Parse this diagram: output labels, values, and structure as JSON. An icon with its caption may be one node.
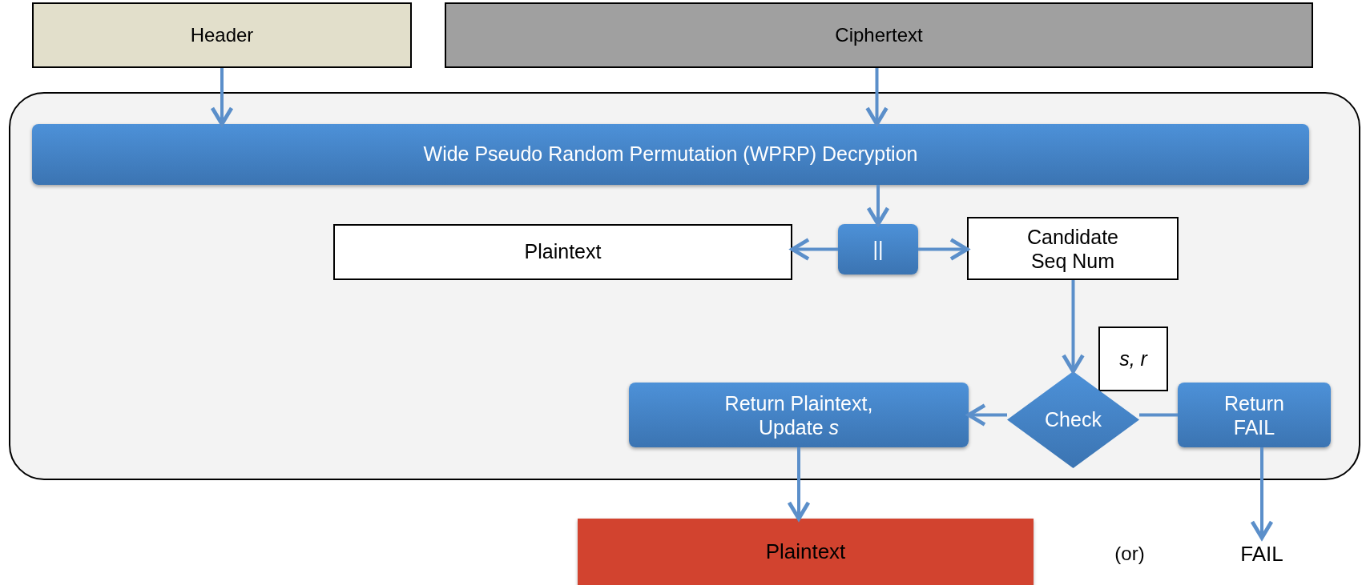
{
  "diagram": {
    "nodes": [
      {
        "text": [
          "Header"
        ]
      },
      {
        "text": [
          "Ciphertext"
        ]
      },
      {
        "text": [],
        "shape": "box"
      },
      {
        "text": [
          "Wide Pseudo Random Permutation (WPRP) Decryption"
        ],
        "in": 2
      },
      {
        "text": [
          "Plaintext"
        ],
        "in": 2
      },
      {
        "text": [
          "||"
        ],
        "in": 2
      },
      {
        "text": [
          "Candidate Seq Num"
        ],
        "in": 2
      },
      {
        "text": [
          "s, r"
        ],
        "in": 2
      },
      {
        "text": [
          "Check"
        ],
        "in": 2
      },
      {
        "text": [
          "Return Plaintext, Update *s*"
        ],
        "in": 2
      },
      {
        "text": [
          "Return FAIL"
        ],
        "in": 2
      },
      {
        "text": [
          "Plaintext"
        ]
      },
      {
        "text": [
          "FAIL"
        ]
      }
    ],
    "edges": [
      {
        "from": 0,
        "to": 3,
        "arrow": "to"
      },
      {
        "from": 1,
        "to": 3,
        "arrow": "to"
      },
      {
        "from": 3,
        "to": 5,
        "arrow": "to"
      },
      {
        "from": 5,
        "to": 4,
        "arrow": "to"
      },
      {
        "from": 5,
        "to": 6,
        "arrow": "to"
      },
      {
        "from": 6,
        "to": 8,
        "arrow": "to"
      },
      {
        "from": 8,
        "to": 9,
        "arrow": "to"
      },
      {
        "from": 8,
        "to": 10,
        "arrow": "none"
      },
      {
        "from": 9,
        "to": 11,
        "arrow": "to"
      },
      {
        "from": 10,
        "to": 12,
        "arrow": "to"
      }
    ],
    "labels": [
      "(or)"
    ]
  }
}
